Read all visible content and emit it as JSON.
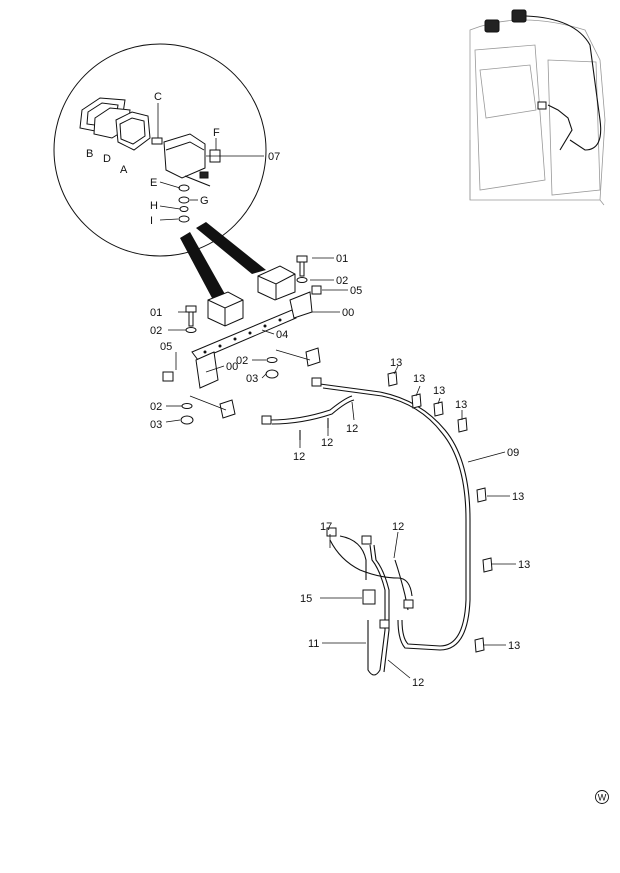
{
  "callouts": {
    "A": "A",
    "B": "B",
    "C": "C",
    "D": "D",
    "E": "E",
    "F": "F",
    "G": "G",
    "H": "H",
    "I": "I",
    "p07": "07",
    "p01": "01",
    "p02": "02",
    "p03": "03",
    "p04": "04",
    "p05": "05",
    "p00": "00",
    "p09": "09",
    "p11": "11",
    "p12": "12",
    "p13": "13",
    "p15": "15",
    "p17": "17"
  },
  "watermark": "W"
}
